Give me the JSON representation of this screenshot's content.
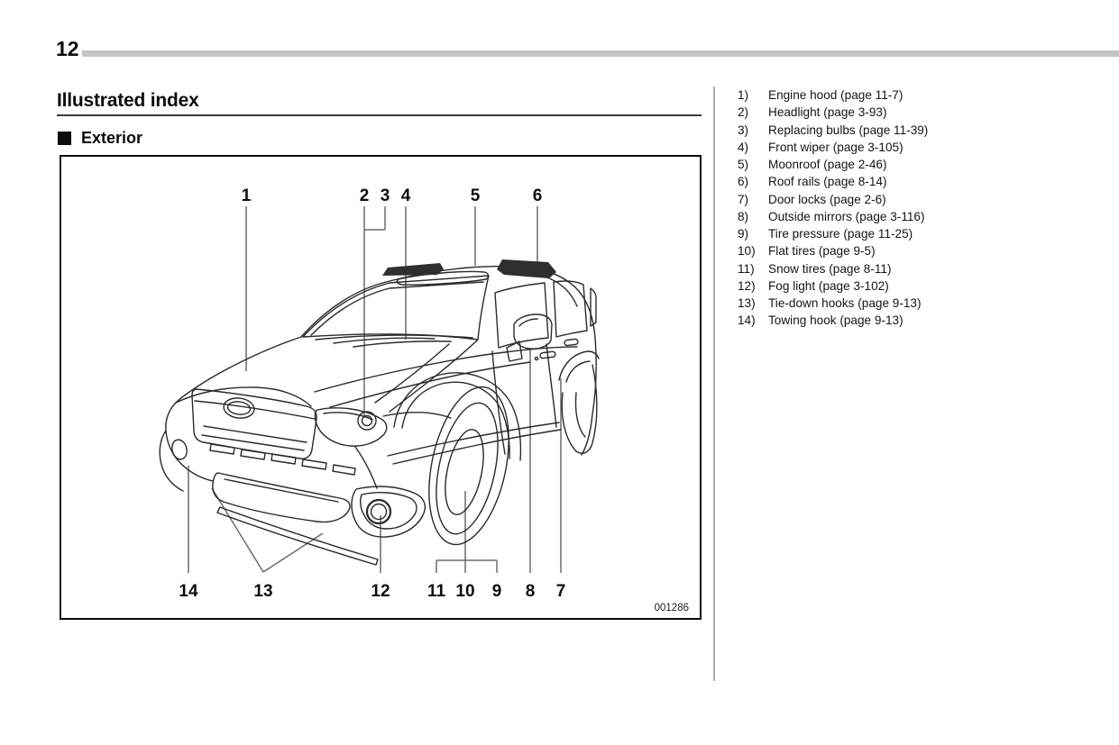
{
  "header": {
    "page_number": "12"
  },
  "content": {
    "title": "Illustrated index",
    "section_label": "Exterior"
  },
  "figure": {
    "code": "001286",
    "callout_numbers_top": [
      "1",
      "2",
      "3",
      "4",
      "5",
      "6"
    ],
    "callout_numbers_bottom": [
      "14",
      "13",
      "12",
      "11",
      "10",
      "9",
      "8",
      "7"
    ]
  },
  "index_items": [
    {
      "num": "1)",
      "label": "Engine hood (page 11-7)"
    },
    {
      "num": "2)",
      "label": "Headlight (page 3-93)"
    },
    {
      "num": "3)",
      "label": "Replacing bulbs (page 11-39)"
    },
    {
      "num": "4)",
      "label": "Front wiper (page 3-105)"
    },
    {
      "num": "5)",
      "label": "Moonroof (page 2-46)"
    },
    {
      "num": "6)",
      "label": "Roof rails (page 8-14)"
    },
    {
      "num": "7)",
      "label": "Door locks (page 2-6)"
    },
    {
      "num": "8)",
      "label": "Outside mirrors (page 3-116)"
    },
    {
      "num": "9)",
      "label": "Tire pressure (page 11-25)"
    },
    {
      "num": "10)",
      "label": "Flat tires (page 9-5)"
    },
    {
      "num": "11)",
      "label": "Snow tires (page 8-11)"
    },
    {
      "num": "12)",
      "label": "Fog light (page 3-102)"
    },
    {
      "num": "13)",
      "label": "Tie-down hooks (page 9-13)"
    },
    {
      "num": "14)",
      "label": "Towing hook (page 9-13)"
    }
  ],
  "colors": {
    "header_bar": "#c5c5c5",
    "divider": "#b0b0b0",
    "ink": "#0d0d0d",
    "leader_line": "#6b6b6b"
  }
}
